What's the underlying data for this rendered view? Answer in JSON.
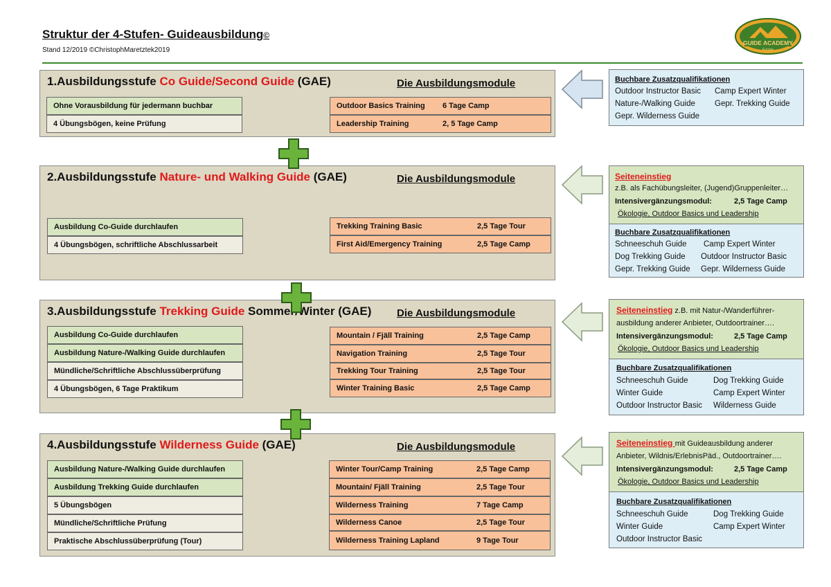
{
  "header": {
    "title": "Struktur  der 4-Stufen- Guideausbildung",
    "copyright_mark": "©",
    "subtitle": "Stand 12/2019 ©ChristophMaretztek2019",
    "logo_text": "GUIDE ACADEMY",
    "logo_subtext": "Europe"
  },
  "colors": {
    "accent_red": "#e0191a",
    "stage_bg": "#ddd8c4",
    "plus_green": "#6ab43c",
    "orange": "#f9c19a",
    "green_box": "#d7e6c1",
    "blue_box": "#ddeef6"
  },
  "modules_title": "Die Ausbildungsmodule",
  "stages": [
    {
      "prefix": "1.Ausbildungsstufe ",
      "highlight": "Co Guide/Second Guide",
      "suffix": " (GAE)",
      "requirements": [
        "Ohne Vorausbildung für jedermann buchbar",
        "4 Übungsbögen, keine Prüfung"
      ],
      "modules": [
        {
          "name": "Outdoor Basics Training",
          "duration": "6 Tage Camp"
        },
        {
          "name": "Leadership Training",
          "duration": "2, 5 Tage Camp"
        }
      ]
    },
    {
      "prefix": "2.Ausbildungsstufe ",
      "highlight": "Nature- und Walking Guide",
      "suffix": " (GAE)",
      "requirements": [
        "Ausbildung Co-Guide durchlaufen",
        "4 Übungsbögen, schriftliche Abschlussarbeit"
      ],
      "modules": [
        {
          "name": "Trekking Training Basic",
          "duration": "2,5 Tage Tour"
        },
        {
          "name": "First Aid/Emergency Training",
          "duration": "2,5 Tage Camp"
        }
      ]
    },
    {
      "prefix": "3.Ausbildungsstufe ",
      "highlight": "Trekking Guide",
      "suffix": " Sommer/Winter (GAE)",
      "requirements": [
        "Ausbildung Co-Guide  durchlaufen",
        "Ausbildung Nature-/Walking Guide durchlaufen",
        "Mündliche/Schriftliche Abschlussüberprüfung",
        "4 Übungsbögen, 6 Tage Praktikum"
      ],
      "modules": [
        {
          "name": "Mountain / Fjäll Training",
          "duration": "2,5 Tage Camp"
        },
        {
          "name": "Navigation Training",
          "duration": "2,5 Tage Tour"
        },
        {
          "name": "Trekking Tour Training",
          "duration": "2,5 Tage Tour"
        },
        {
          "name": "Winter Training Basic",
          "duration": "2,5 Tage Camp"
        }
      ]
    },
    {
      "prefix": "4.Ausbildungsstufe ",
      "highlight": "Wilderness Guide",
      "suffix": " (GAE)",
      "requirements": [
        "Ausbildung Nature-/Walking Guide   durchlaufen",
        "Ausbildung Trekking Guide durchlaufen",
        "5 Übungsbögen",
        "Mündliche/Schriftliche Prüfung",
        "Praktische Abschlussüberprüfung (Tour)"
      ],
      "modules": [
        {
          "name": "Winter Tour/Camp Training",
          "duration": "2,5 Tage Camp"
        },
        {
          "name": "Mountain/ Fjäll Training",
          "duration": "2,5 Tage Tour"
        },
        {
          "name": "Wilderness Training",
          "duration": "7 Tage Camp"
        },
        {
          "name": "Wilderness Canoe",
          "duration": "2,5 Tage Tour"
        },
        {
          "name": "Wilderness Training  Lapland",
          "duration": "9 Tage Tour"
        }
      ]
    }
  ],
  "side_panels": [
    {
      "zusatz_header": "Buchbare Zusatzqualifikationen",
      "zusatz_items": [
        "Outdoor Instructor Basic",
        "Camp Expert Winter",
        "Nature-/Walking Guide",
        "Gepr. Trekking Guide",
        "Gepr. Wilderness Guide"
      ]
    },
    {
      "seiteneinstieg_label": "Seiteneinstieg",
      "seiteneinstieg_line1": "z.B. als Fachübungsleiter, (Jugend)Gruppenleiter…",
      "seiteneinstieg_line2": "",
      "intensiv_label": "Intensivergänzungsmodul:",
      "intensiv_value": "2,5 Tage Camp",
      "intensiv_topics": "Ökologie, Outdoor Basics und Leadership",
      "zusatz_header": "Buchbare Zusatzqualifikationen",
      "zusatz_items": [
        "Schneeschuh Guide",
        "Camp Expert Winter",
        "Dog Trekking Guide",
        "Outdoor Instructor Basic",
        "Gepr. Trekking Guide",
        "Gepr. Wilderness Guide"
      ]
    },
    {
      "seiteneinstieg_label": "Seiteneinstieg",
      "seiteneinstieg_line1": " z.B. mit Natur-/Wanderführer-",
      "seiteneinstieg_line2": "ausbildung anderer Anbieter, Outdoortrainer….",
      "intensiv_label": "Intensivergänzungsmodul:",
      "intensiv_value": "2,5 Tage Camp",
      "intensiv_topics": "Ökologie, Outdoor Basics und Leadership",
      "zusatz_header": "Buchbare Zusatzqualifikationen",
      "zusatz_items": [
        "Schneeschuh Guide",
        "Dog Trekking Guide",
        "Winter Guide",
        "Camp Expert Winter",
        "Outdoor Instructor Basic",
        "Wilderness Guide"
      ]
    },
    {
      "seiteneinstieg_label": "Seiteneinstieg ",
      "seiteneinstieg_line1": "mit Guideausbildung anderer",
      "seiteneinstieg_line2": "Anbieter, Wildnis/ErlebnisPäd., Outdoortrainer….",
      "intensiv_label": "Intensivergänzungsmodul:",
      "intensiv_value": "2,5 Tage Camp",
      "intensiv_topics": "Ökologie, Outdoor Basics und Leadership",
      "zusatz_header": "Buchbare Zusatzqualifikationen",
      "zusatz_items": [
        "Schneeschuh Guide",
        "Dog Trekking Guide",
        "Winter Guide",
        "Camp Expert Winter",
        "Outdoor Instructor Basic"
      ]
    }
  ]
}
